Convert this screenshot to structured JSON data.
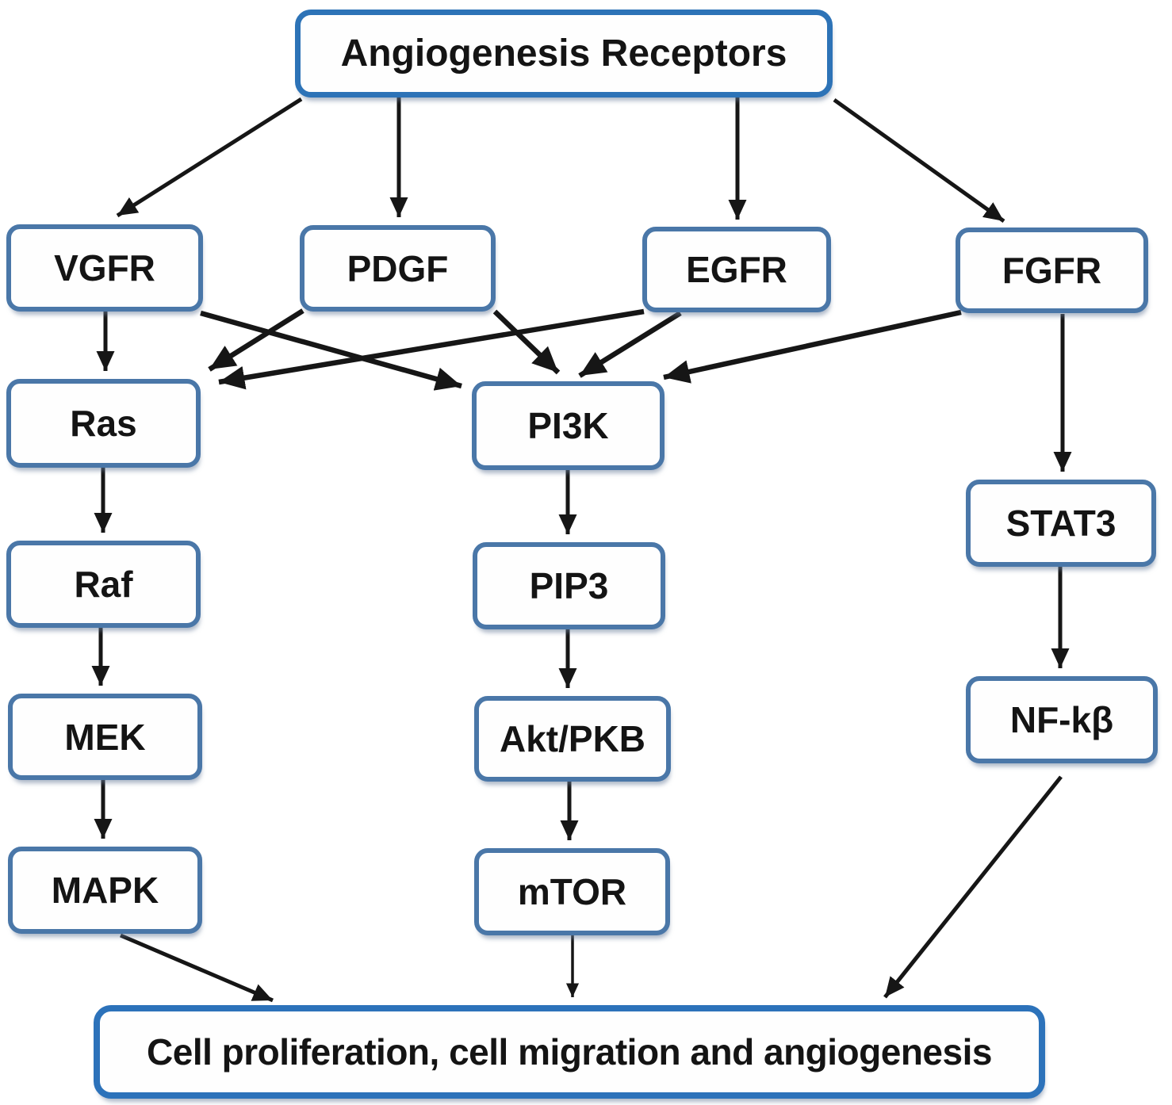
{
  "colors": {
    "box_border": "#4a77a8",
    "accent_border": "#2d73b7",
    "outcome_border": "#2c72ba",
    "arrow_color": "#161616",
    "box_fill": "#fefefe"
  },
  "nodes": {
    "receptors": {
      "label": "Angiogenesis Receptors"
    },
    "vgfr": {
      "label": "VGFR"
    },
    "pdgf": {
      "label": "PDGF"
    },
    "egfr": {
      "label": "EGFR"
    },
    "fgfr": {
      "label": "FGFR"
    },
    "ras": {
      "label": "Ras"
    },
    "pi3k": {
      "label": "PI3K"
    },
    "stat3": {
      "label": "STAT3"
    },
    "raf": {
      "label": "Raf"
    },
    "pip3": {
      "label": "PIP3"
    },
    "nfkb": {
      "label": "NF-kβ"
    },
    "mek": {
      "label": "MEK"
    },
    "akt": {
      "label": "Akt/PKB"
    },
    "mapk": {
      "label": "MAPK"
    },
    "mtor": {
      "label": "mTOR"
    },
    "outcome": {
      "label": "Cell proliferation, cell migration and angiogenesis"
    }
  },
  "edges": [
    {
      "from": "receptors",
      "to": "vgfr"
    },
    {
      "from": "receptors",
      "to": "pdgf"
    },
    {
      "from": "receptors",
      "to": "egfr"
    },
    {
      "from": "receptors",
      "to": "fgfr"
    },
    {
      "from": "vgfr",
      "to": "ras"
    },
    {
      "from": "vgfr",
      "to": "pi3k"
    },
    {
      "from": "pdgf",
      "to": "ras"
    },
    {
      "from": "pdgf",
      "to": "pi3k"
    },
    {
      "from": "egfr",
      "to": "ras"
    },
    {
      "from": "egfr",
      "to": "pi3k"
    },
    {
      "from": "fgfr",
      "to": "pi3k"
    },
    {
      "from": "fgfr",
      "to": "stat3"
    },
    {
      "from": "ras",
      "to": "raf"
    },
    {
      "from": "raf",
      "to": "mek"
    },
    {
      "from": "mek",
      "to": "mapk"
    },
    {
      "from": "pi3k",
      "to": "pip3"
    },
    {
      "from": "pip3",
      "to": "akt"
    },
    {
      "from": "akt",
      "to": "mtor"
    },
    {
      "from": "stat3",
      "to": "nfkb"
    },
    {
      "from": "mapk",
      "to": "outcome"
    },
    {
      "from": "mtor",
      "to": "outcome"
    },
    {
      "from": "nfkb",
      "to": "outcome"
    }
  ]
}
